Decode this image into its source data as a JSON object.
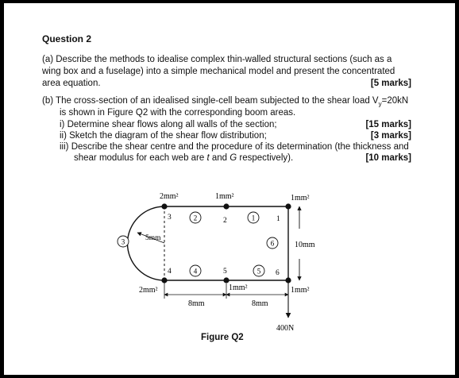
{
  "question": {
    "title": "Question 2",
    "part_a": {
      "lines": [
        "(a) Describe the methods to idealise complex thin-walled structural sections (such as a",
        "wing box and a fuselage) into a simple mechanical model and present the concentrated",
        "area equation."
      ],
      "marks": "[5 marks]"
    },
    "part_b": {
      "intro_line1_pre": "(b) The cross-section of an idealised single-cell beam subjected to the shear load V",
      "intro_line1_sub": "y",
      "intro_line1_post": "=20kN",
      "intro_line2": "is shown in Figure Q2 with the corresponding boom areas.",
      "i_text": "i)  Determine shear flows along all walls of the section;",
      "i_marks": "[15 marks]",
      "ii_text": "ii)  Sketch the diagram of the shear flow distribution;",
      "ii_marks": "[3 marks]",
      "iii_line1": "iii) Describe the shear centre and the procedure of its determination (the thickness and",
      "iii_line2_pre": "shear modulus for each web are ",
      "iii_t": "t",
      "iii_mid": " and ",
      "iii_G": "G",
      "iii_post": " respectively).",
      "iii_marks": "[10 marks]"
    }
  },
  "figure": {
    "caption": "Figure Q2",
    "area_top_left": "2mm²",
    "area_top_mid": "1mm²",
    "area_top_right": "1mm²",
    "area_bottom_left": "2mm²",
    "area_bottom_mid": "1mm²",
    "area_bottom_right": "1mm²",
    "dim_radius": "5mm",
    "dim_height": "10mm",
    "dim_left_width": "8mm",
    "dim_right_width": "8mm",
    "load": "400N",
    "boom_labels": [
      "1",
      "2",
      "3",
      "4",
      "5",
      "6"
    ],
    "wall_labels": [
      "1",
      "2",
      "3",
      "4",
      "5",
      "6"
    ]
  }
}
